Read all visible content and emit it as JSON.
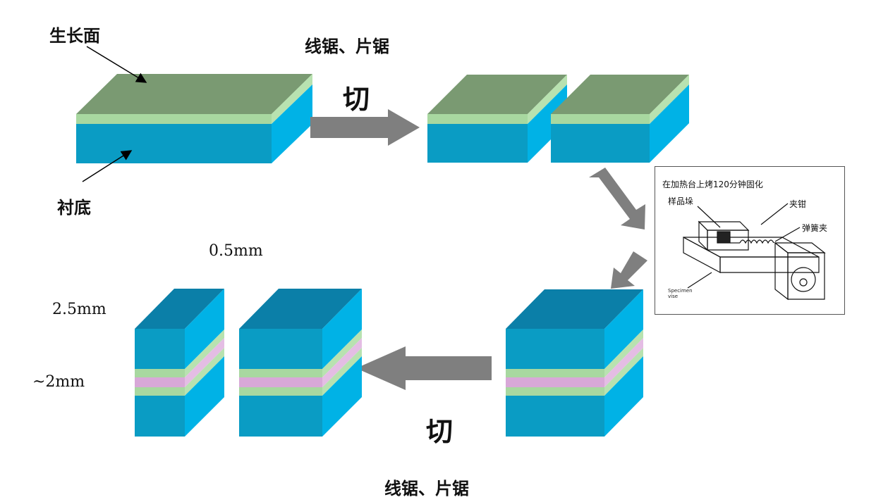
{
  "labels": {
    "growth_surface": "生长面",
    "substrate": "衬底",
    "saw_top": "线锯、片锯",
    "cut_top": "切",
    "cut_bottom": "切",
    "saw_bottom": "线锯、片锯",
    "dim_thickness": "0.5mm",
    "dim_height": "2.5mm",
    "dim_width": "~2mm"
  },
  "inset": {
    "title": "在加热台上烤120分钟固化",
    "sample_holder": "样品垛",
    "clamp": "夹钳",
    "spring_clamp": "弹簧夹",
    "specimen_vise": "Specimen vise"
  },
  "colors": {
    "growth_layer_top": "#7a9a72",
    "growth_layer_band": "#a8d8a0",
    "substrate_front": "#0a9cc4",
    "substrate_side": "#00b2e6",
    "pink_layer": "#d8a8d8",
    "arrow": "#7f7f7f"
  }
}
